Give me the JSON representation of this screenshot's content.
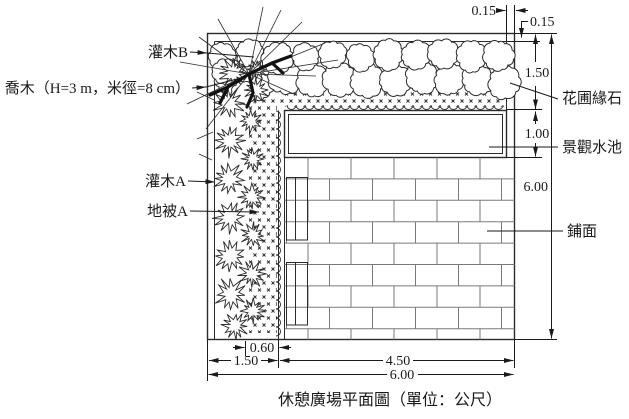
{
  "drawing": {
    "caption": "休憩廣場平面圖（單位：公尺）",
    "plant_labels": {
      "shrub_b": "灌木B",
      "tree": "喬木（H=3 m，米徑=8 cm）",
      "shrub_a": "灌木A",
      "groundcover_a": "地被A"
    },
    "feature_labels": {
      "curb": "花圃緣石",
      "pool": "景觀水池",
      "paving": "鋪面"
    },
    "dimensions_m": {
      "curb_width": "0.15",
      "curb_height": "0.15",
      "planting_bed_depth": "1.50",
      "pool_depth": "1.00",
      "plaza_height": "6.00",
      "groundcover_strip_width": "0.60",
      "side_bed_width": "1.50",
      "paving_width": "4.50",
      "plaza_width": "6.00"
    },
    "colors": {
      "line": "#2b2b2b",
      "brick_joint": "#7a7a7a",
      "background": "#ffffff"
    }
  }
}
